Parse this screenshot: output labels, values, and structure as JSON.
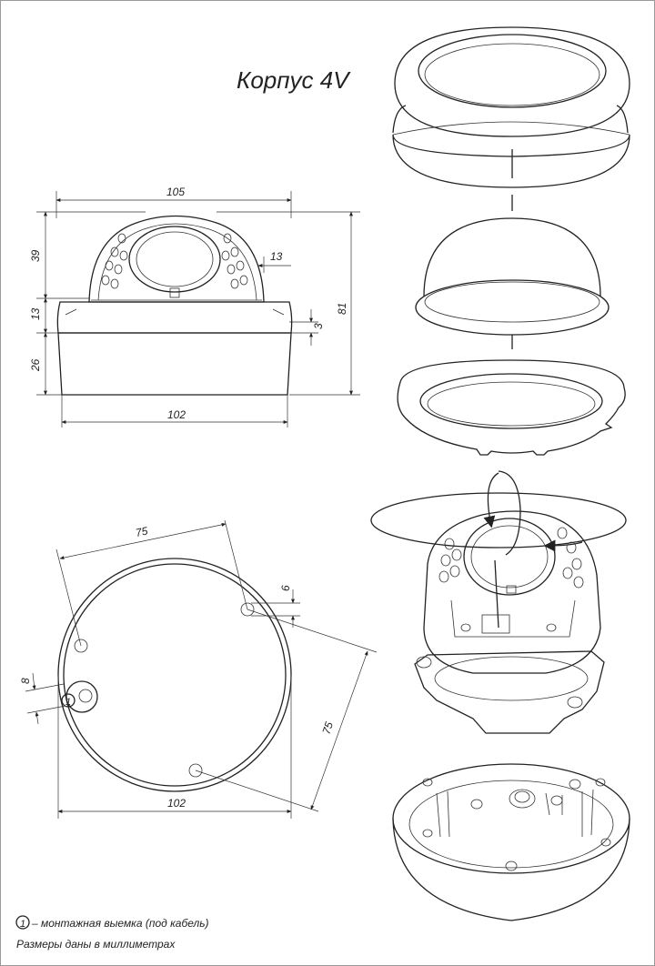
{
  "title": "Корпус 4V",
  "front_view": {
    "dims": {
      "top_width": "105",
      "dome_height": "39",
      "lens_offset": "13",
      "ring_height": "13",
      "gap": "3",
      "total_height": "81",
      "base_height": "26",
      "bottom_width": "102"
    }
  },
  "bottom_view": {
    "dims": {
      "hole_spacing_a": "75",
      "hole_spacing_b": "75",
      "hole_dia": "6",
      "slot_dia": "8",
      "diameter": "102"
    },
    "callout_number": "1"
  },
  "notes": {
    "callout_number": "1",
    "callout_text": "– монтажная выемка (под кабель)",
    "units_note": "Размеры даны в миллиметрах"
  },
  "colors": {
    "line": "#222222",
    "fill_gray": "#ebebeb",
    "hole_gray": "#cfcfcf"
  }
}
